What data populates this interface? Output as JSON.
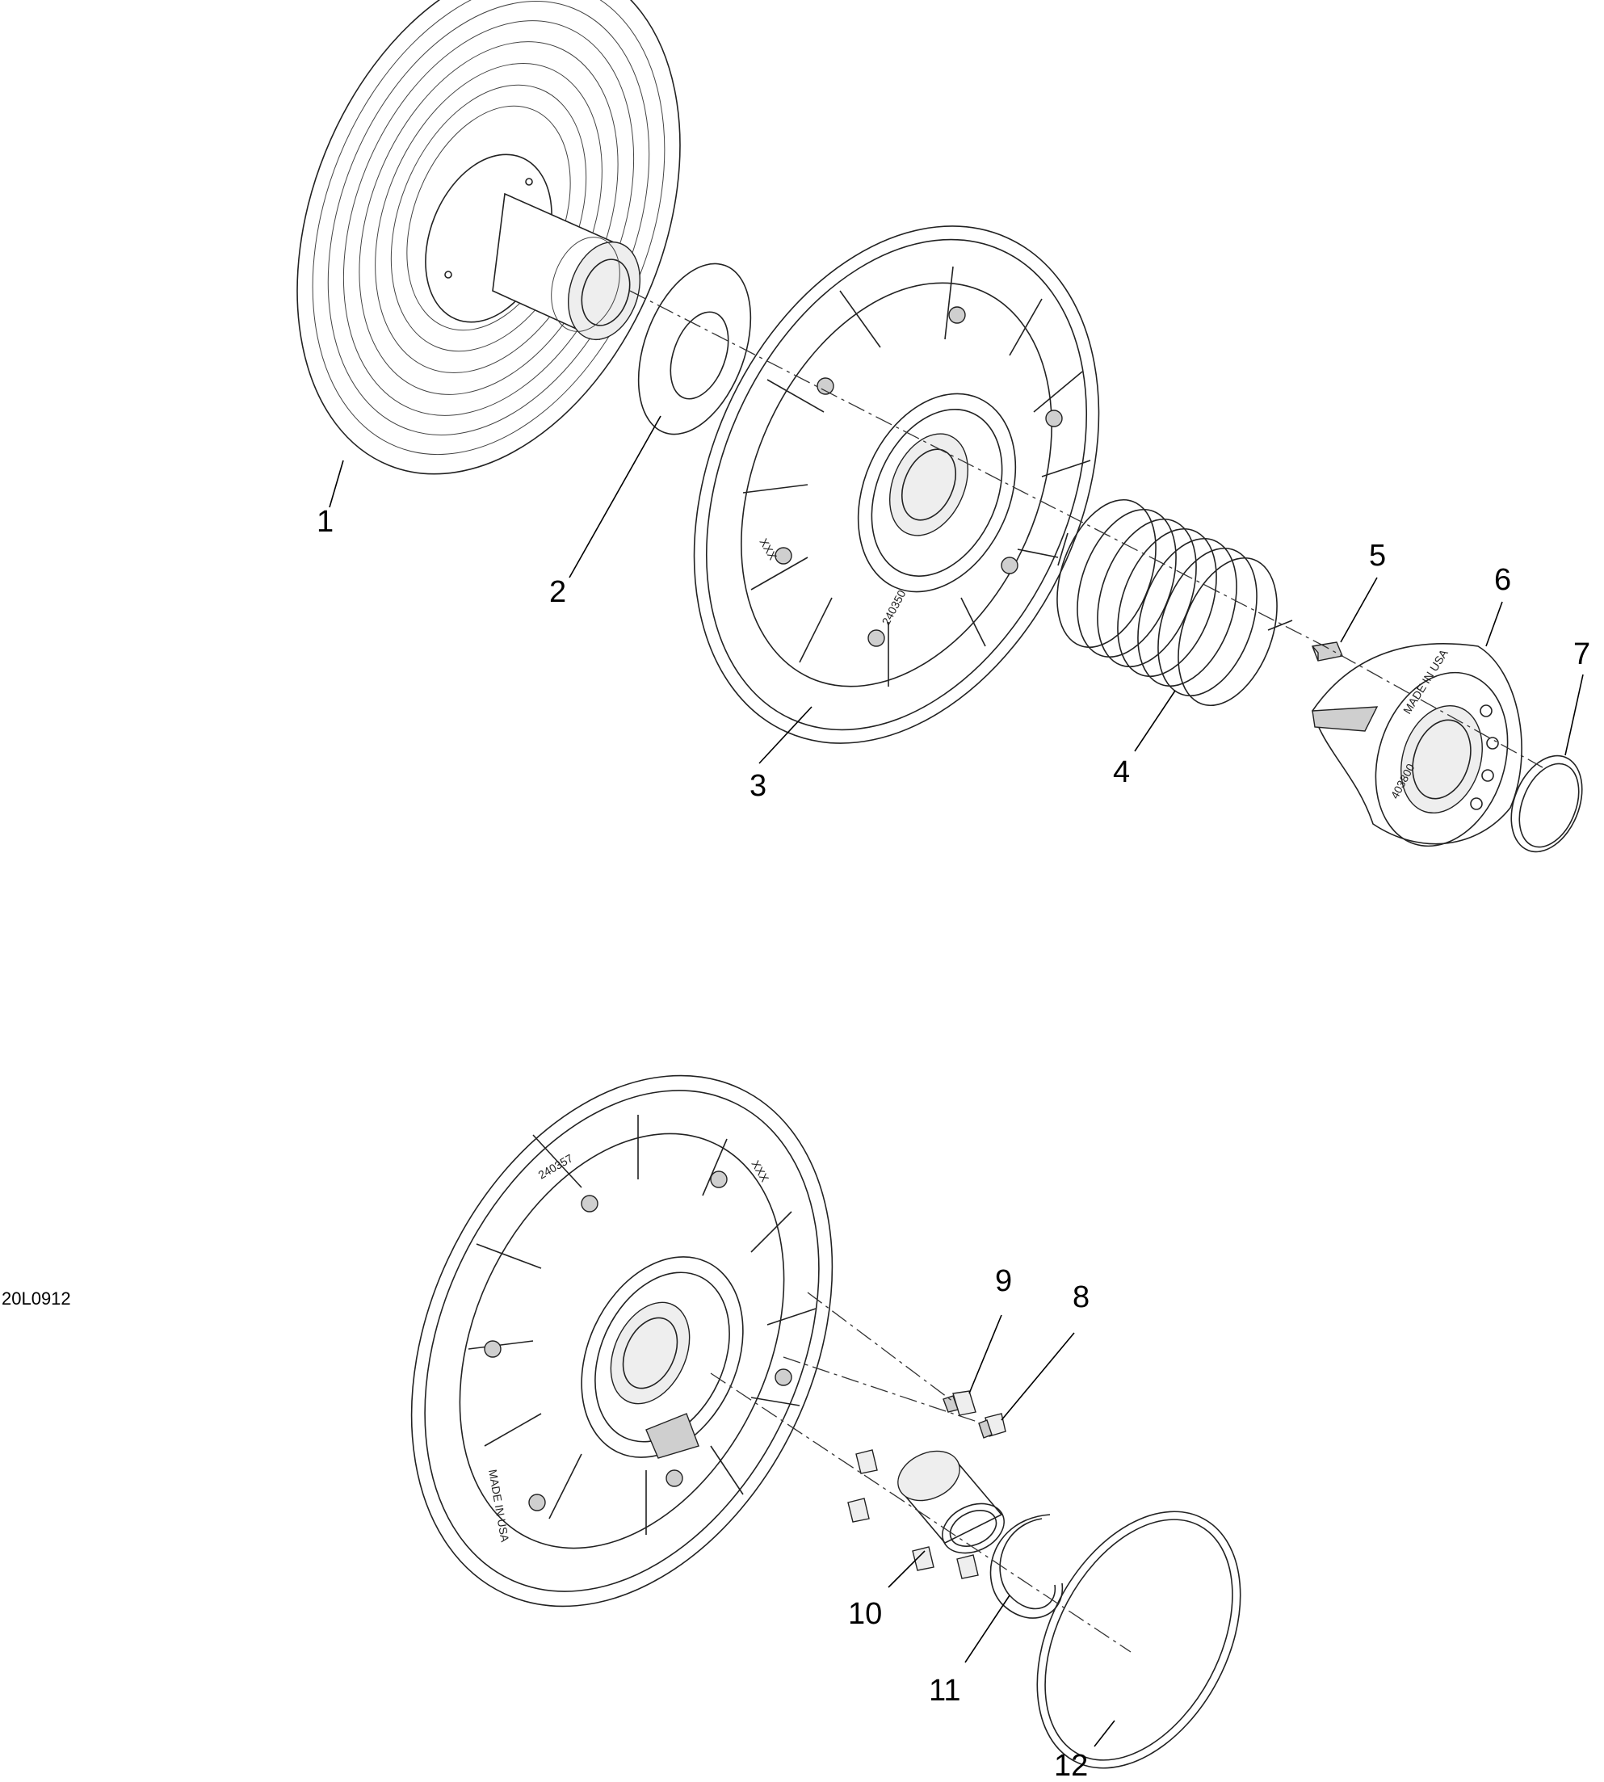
{
  "drawing_code": "20L0912",
  "callouts": [
    "1",
    "2",
    "3",
    "4",
    "5",
    "6",
    "7",
    "8",
    "9",
    "10",
    "11",
    "12"
  ],
  "embossed_text": {
    "part_number_upper": "240350",
    "part_number_lower": "240357",
    "made_in": "MADE IN USA",
    "mark": "XXX",
    "cam_part_number": "403800"
  }
}
